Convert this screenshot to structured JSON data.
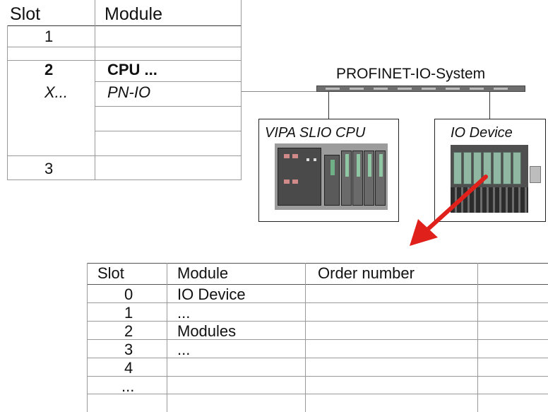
{
  "config_table": {
    "headers": {
      "slot": "Slot",
      "module": "Module"
    },
    "rows": [
      {
        "slot": "1",
        "module": ""
      },
      {
        "slot": "2",
        "module": "CPU ..."
      },
      {
        "slot": "X...",
        "module": "PN-IO"
      },
      {
        "slot": "3",
        "module": ""
      }
    ]
  },
  "network": {
    "bus_label": "PROFINET-IO-System",
    "cpu_station_label": "VIPA SLIO CPU",
    "io_device_label": "IO Device"
  },
  "device_table": {
    "headers": {
      "slot": "Slot",
      "module": "Module",
      "order_number": "Order number",
      "extra": ""
    },
    "rows": [
      {
        "slot": "0",
        "module": "IO Device"
      },
      {
        "slot": "1",
        "module": "..."
      },
      {
        "slot": "2",
        "module": "Modules"
      },
      {
        "slot": "3",
        "module": "..."
      },
      {
        "slot": "4",
        "module": ""
      },
      {
        "slot": "...",
        "module": ""
      }
    ]
  },
  "colors": {
    "arrow": "#e0201b",
    "grid": "#9a9a9a",
    "module_green": "#8fb7a2"
  }
}
